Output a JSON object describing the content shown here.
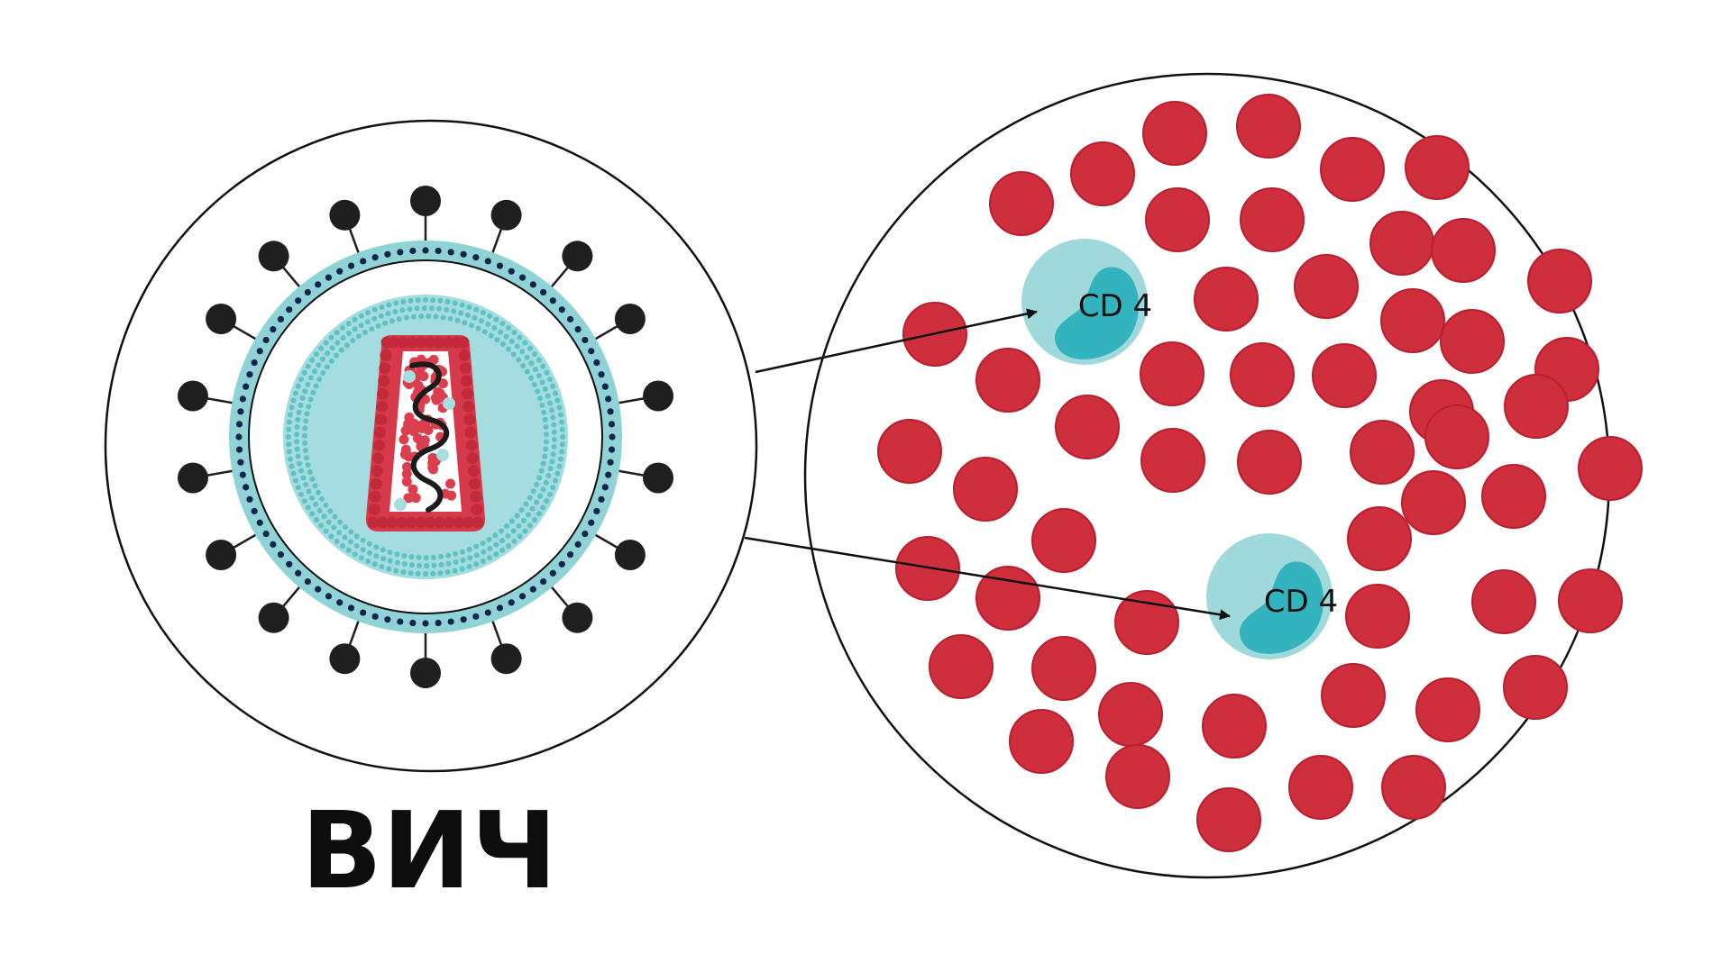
{
  "labels": {
    "virus_name": "ВИЧ",
    "cell_marker_1": "CD 4",
    "cell_marker_2": "CD 4"
  },
  "colors": {
    "red_blood_cell": "#cf2e3d",
    "red_blood_cell_edge": "#b8202f",
    "cd4_cell_outer": "#9fd9dc",
    "cd4_cell_nucleus": "#33b3bd",
    "envelope_teal": "#8fd3d6",
    "envelope_dot": "#14244a",
    "capsid_dot": "#5ec2c4",
    "capsid_fill": "#a4dcdf",
    "core_red": "#dc3e4e",
    "spike_black": "#1f1f1f",
    "outline": "#111111"
  },
  "icons": {
    "virus": "hiv-virion-icon",
    "rna": "rna-strand-icon",
    "blood": "blood-cell-icon"
  }
}
